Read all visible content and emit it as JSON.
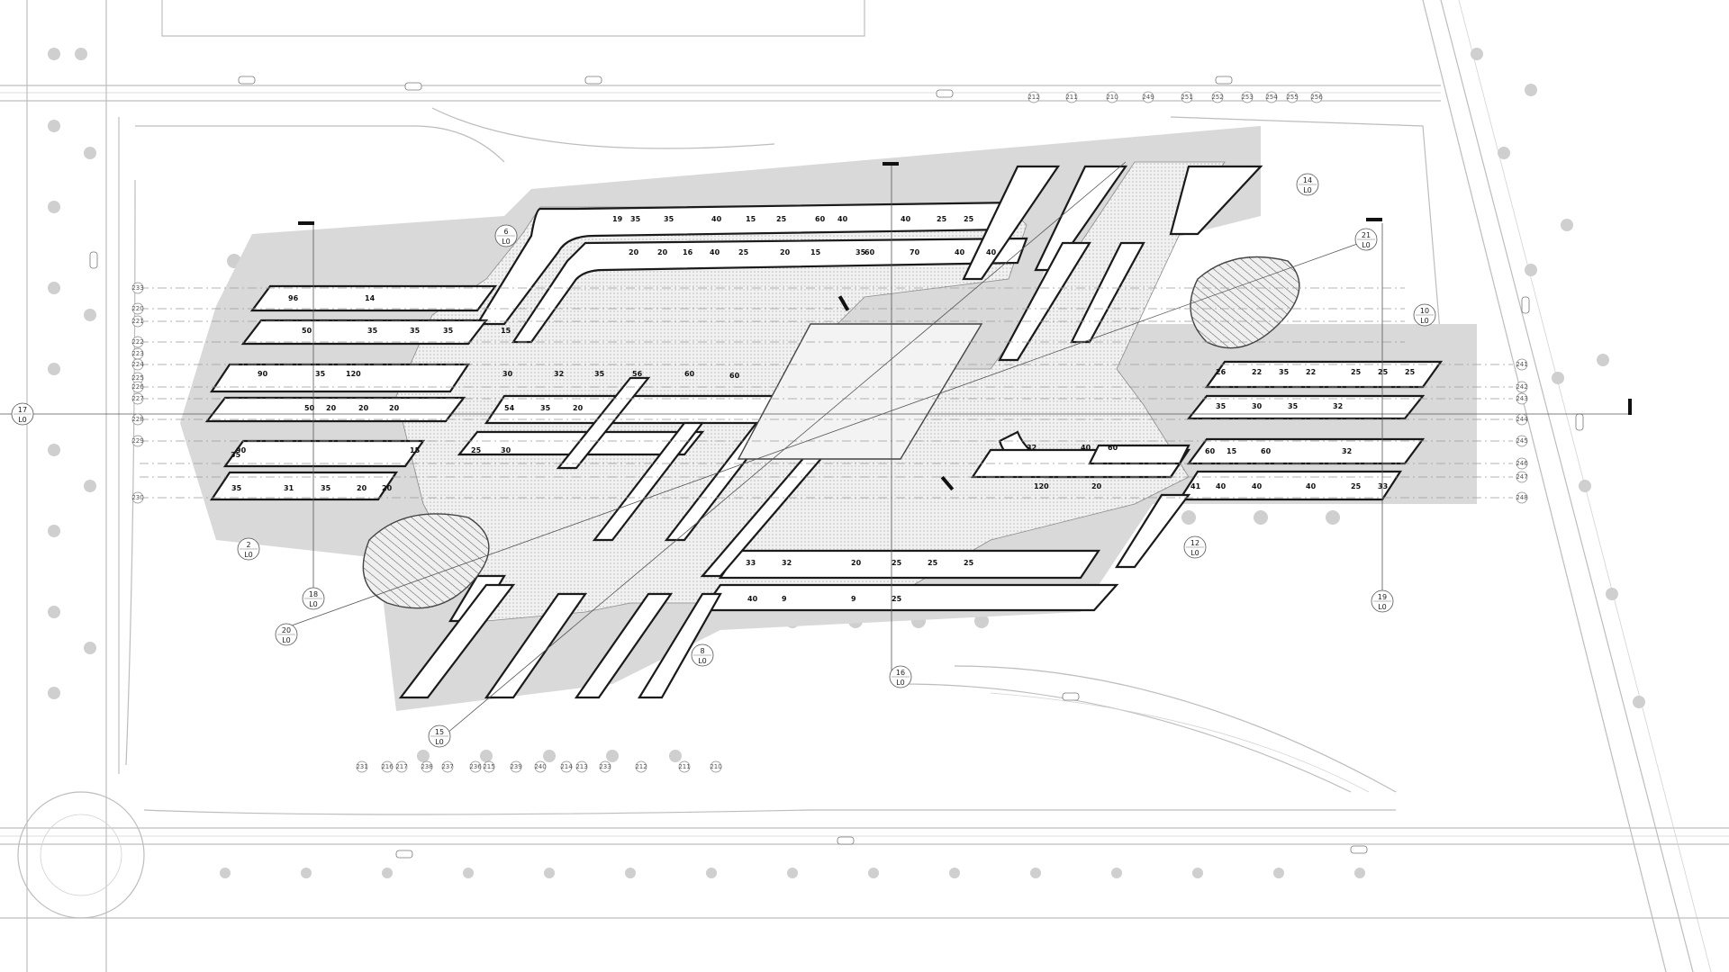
{
  "grid_axes_top": [
    "212",
    "211",
    "210",
    "249",
    "251",
    "252",
    "253",
    "254",
    "255",
    "256"
  ],
  "grid_axes_left": [
    "233",
    "220",
    "221",
    "222",
    "223",
    "224",
    "225",
    "226",
    "227",
    "228",
    "229",
    "230"
  ],
  "grid_axes_right": [
    "241",
    "242",
    "243",
    "244",
    "245",
    "246",
    "247",
    "248"
  ],
  "grid_axes_bottom": [
    "231",
    "216",
    "217",
    "238",
    "237",
    "236",
    "215",
    "239",
    "240",
    "214",
    "213",
    "233",
    "212",
    "211",
    "210"
  ],
  "room_numbers": [
    "96",
    "14",
    "50",
    "35",
    "35",
    "35",
    "15",
    "90",
    "35",
    "120",
    "50",
    "30",
    "32",
    "35",
    "56",
    "60",
    "60",
    "20",
    "20",
    "20",
    "35",
    "54",
    "90",
    "35",
    "20",
    "25",
    "30",
    "15",
    "35",
    "31",
    "35",
    "20",
    "20",
    "19",
    "35",
    "35",
    "40",
    "15",
    "25",
    "60",
    "40",
    "40",
    "25",
    "25",
    "20",
    "20",
    "16",
    "40",
    "25",
    "20",
    "15",
    "35",
    "60",
    "70",
    "40",
    "40",
    "26",
    "22",
    "35",
    "22",
    "25",
    "25",
    "25",
    "35",
    "30",
    "35",
    "32",
    "60",
    "15",
    "60",
    "32",
    "120",
    "20",
    "41",
    "40",
    "40",
    "40",
    "25",
    "33",
    "32",
    "40",
    "60",
    "33",
    "32",
    "20",
    "25",
    "25",
    "25",
    "40",
    "9",
    "9",
    "25"
  ],
  "callouts": [
    {
      "id": "6",
      "sub": "L0"
    },
    {
      "id": "14",
      "sub": "L0"
    },
    {
      "id": "21",
      "sub": "L0"
    },
    {
      "id": "10",
      "sub": "L0"
    },
    {
      "id": "17",
      "sub": "L0"
    },
    {
      "id": "2",
      "sub": "L0"
    },
    {
      "id": "18",
      "sub": "L0"
    },
    {
      "id": "20",
      "sub": "L0"
    },
    {
      "id": "8",
      "sub": "L0"
    },
    {
      "id": "16",
      "sub": "L0"
    },
    {
      "id": "15",
      "sub": "L0"
    },
    {
      "id": "12",
      "sub": "L0"
    },
    {
      "id": "19",
      "sub": "L0"
    }
  ],
  "icons": [
    "tree-icon",
    "palm-icon",
    "car-icon",
    "section-marker-icon"
  ]
}
